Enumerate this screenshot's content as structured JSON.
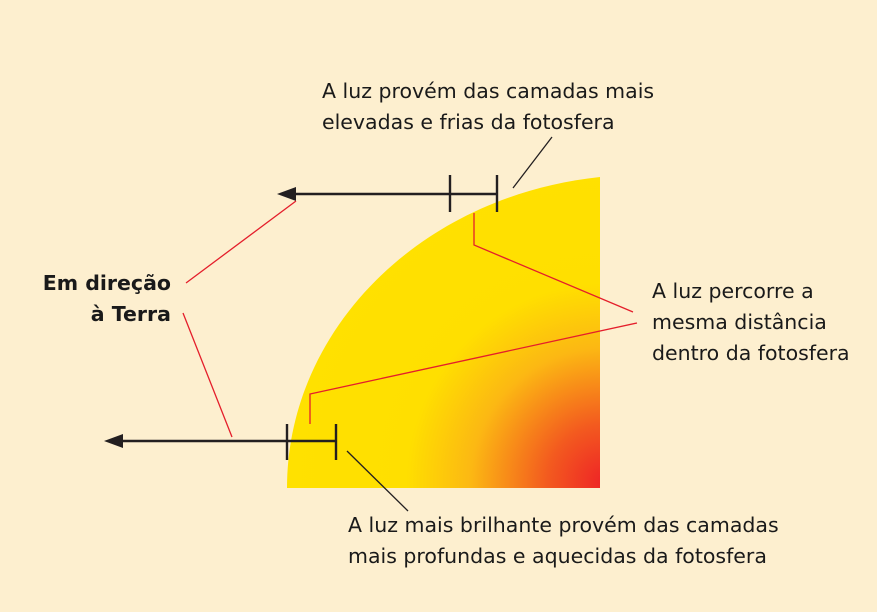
{
  "labels": {
    "top": [
      "A luz provém das camadas mais",
      "elevadas e frias da fotosfera"
    ],
    "right": [
      "A luz percorre a",
      "mesma distância",
      "dentro da fotosfera"
    ],
    "left": [
      "Em direção",
      "à Terra"
    ],
    "bottom": [
      "A luz mais brilhante provém das camadas",
      "mais profundas e aquecidas da fotosfera"
    ]
  },
  "colors": {
    "background": "#fdefcf",
    "sun_outer": "#ffdf00",
    "sun_core": "#ee2326",
    "pointer_red": "#e41e2b",
    "arrow": "#231f20"
  }
}
